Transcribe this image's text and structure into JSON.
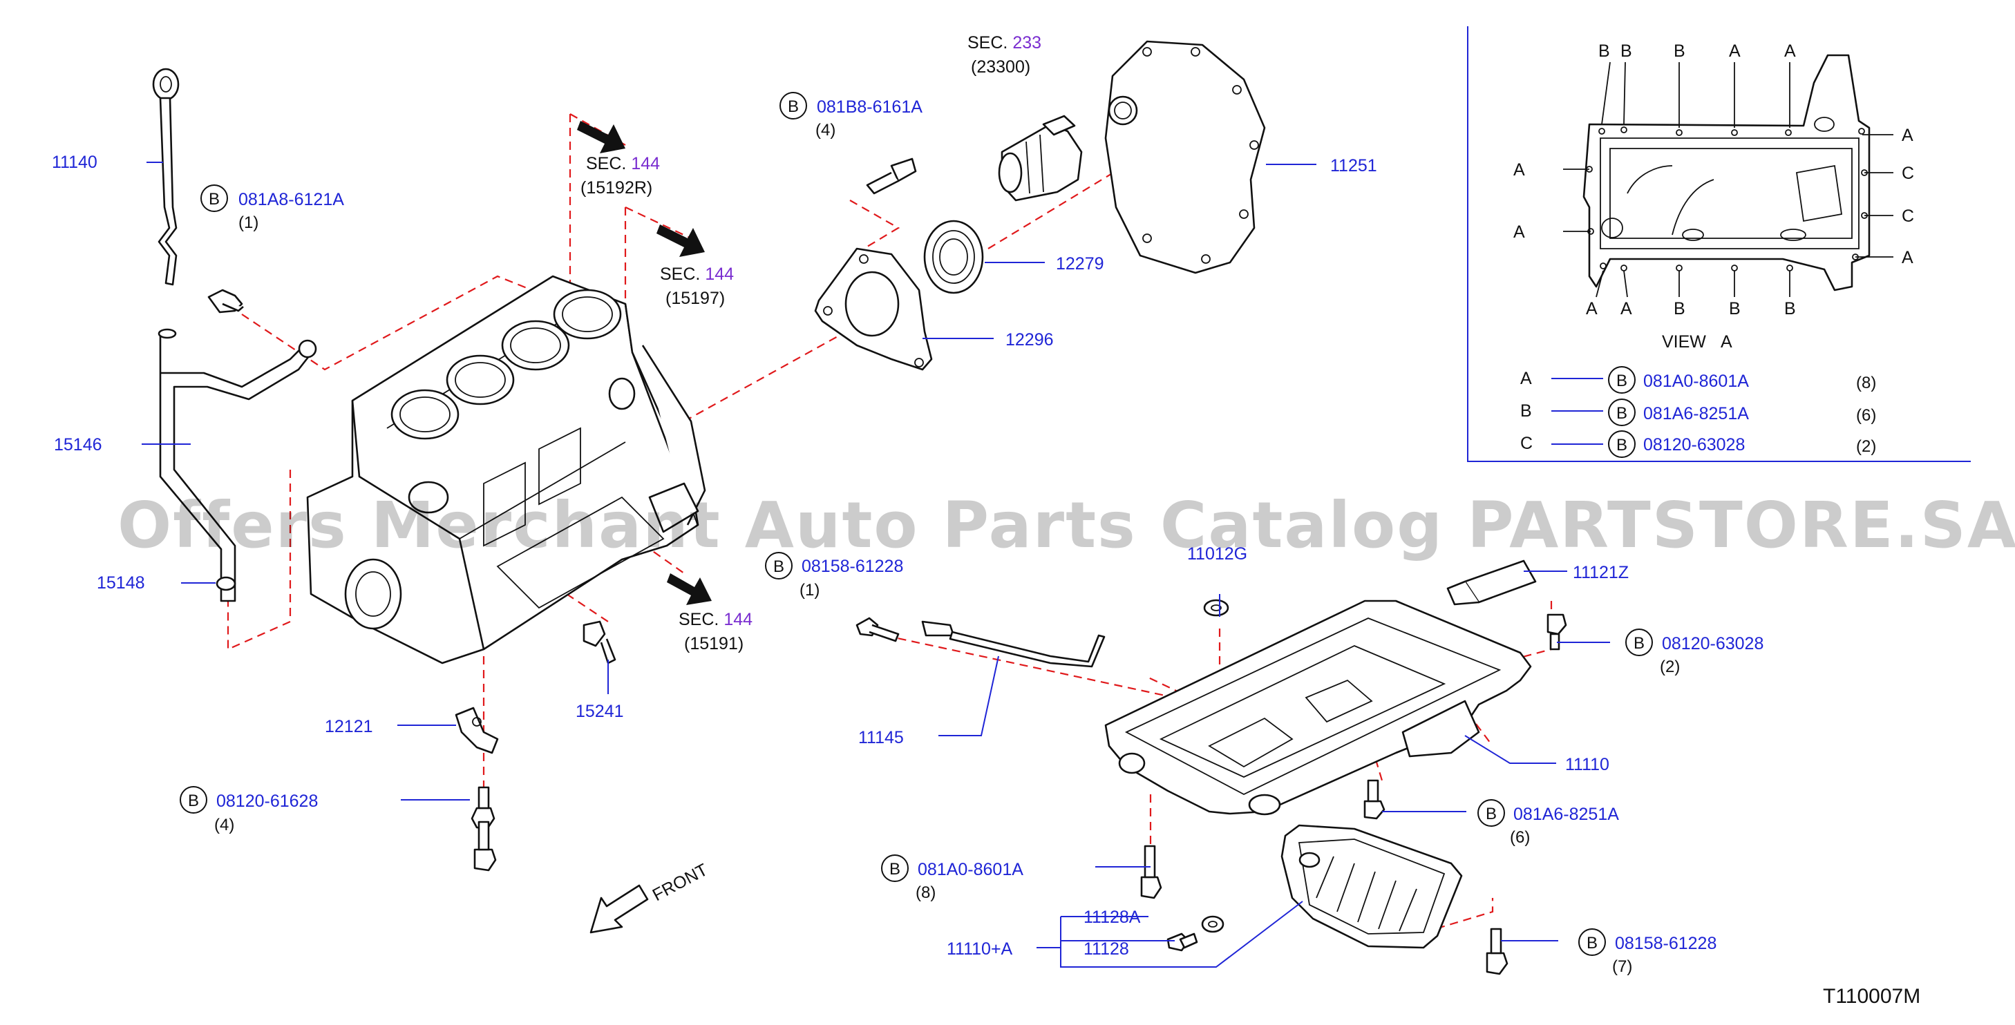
{
  "diagram": {
    "code": "T110007M",
    "watermark": "Offers Merchant Auto Parts Catalog PARTSTORE.SA",
    "front_label": "FRONT",
    "view_label": "VIEW",
    "view_letter": "A",
    "bolt_symbol": "B",
    "sec_prefix": "SEC.",
    "sections": [
      {
        "num": "233",
        "ref": "(23300)"
      },
      {
        "num": "144",
        "ref": "(15192R)"
      },
      {
        "num": "144",
        "ref": "(15197)"
      },
      {
        "num": "144",
        "ref": "(15191)"
      }
    ],
    "parts": [
      "11140",
      "15146",
      "15148",
      "12121",
      "15241",
      "11145",
      "11251",
      "12279",
      "12296",
      "11012G",
      "11121Z",
      "11110",
      "11128A",
      "11128",
      "11110+A"
    ],
    "bolts": [
      {
        "code": "081A8-6121A",
        "qty": "(1)"
      },
      {
        "code": "081B8-6161A",
        "qty": "(4)"
      },
      {
        "code": "08158-61228",
        "qty": "(1)"
      },
      {
        "code": "08120-61628",
        "qty": "(4)"
      },
      {
        "code": "08120-63028",
        "qty": "(2)"
      },
      {
        "code": "081A6-8251A",
        "qty": "(6)"
      },
      {
        "code": "081A0-8601A",
        "qty": "(8)"
      },
      {
        "code": "08158-61228",
        "qty": "(7)"
      }
    ],
    "legend": [
      {
        "letter": "A",
        "code": "081A0-8601A",
        "qty": "(8)"
      },
      {
        "letter": "B",
        "code": "081A6-8251A",
        "qty": "(6)"
      },
      {
        "letter": "C",
        "code": "08120-63028",
        "qty": "(2)"
      }
    ],
    "view_letters": {
      "top": [
        "B",
        "B",
        "B",
        "A",
        "A"
      ],
      "left": [
        "A",
        "A"
      ],
      "right": [
        "A",
        "C",
        "C",
        "A"
      ],
      "bottom": [
        "A",
        "A",
        "B",
        "B",
        "B"
      ]
    }
  }
}
